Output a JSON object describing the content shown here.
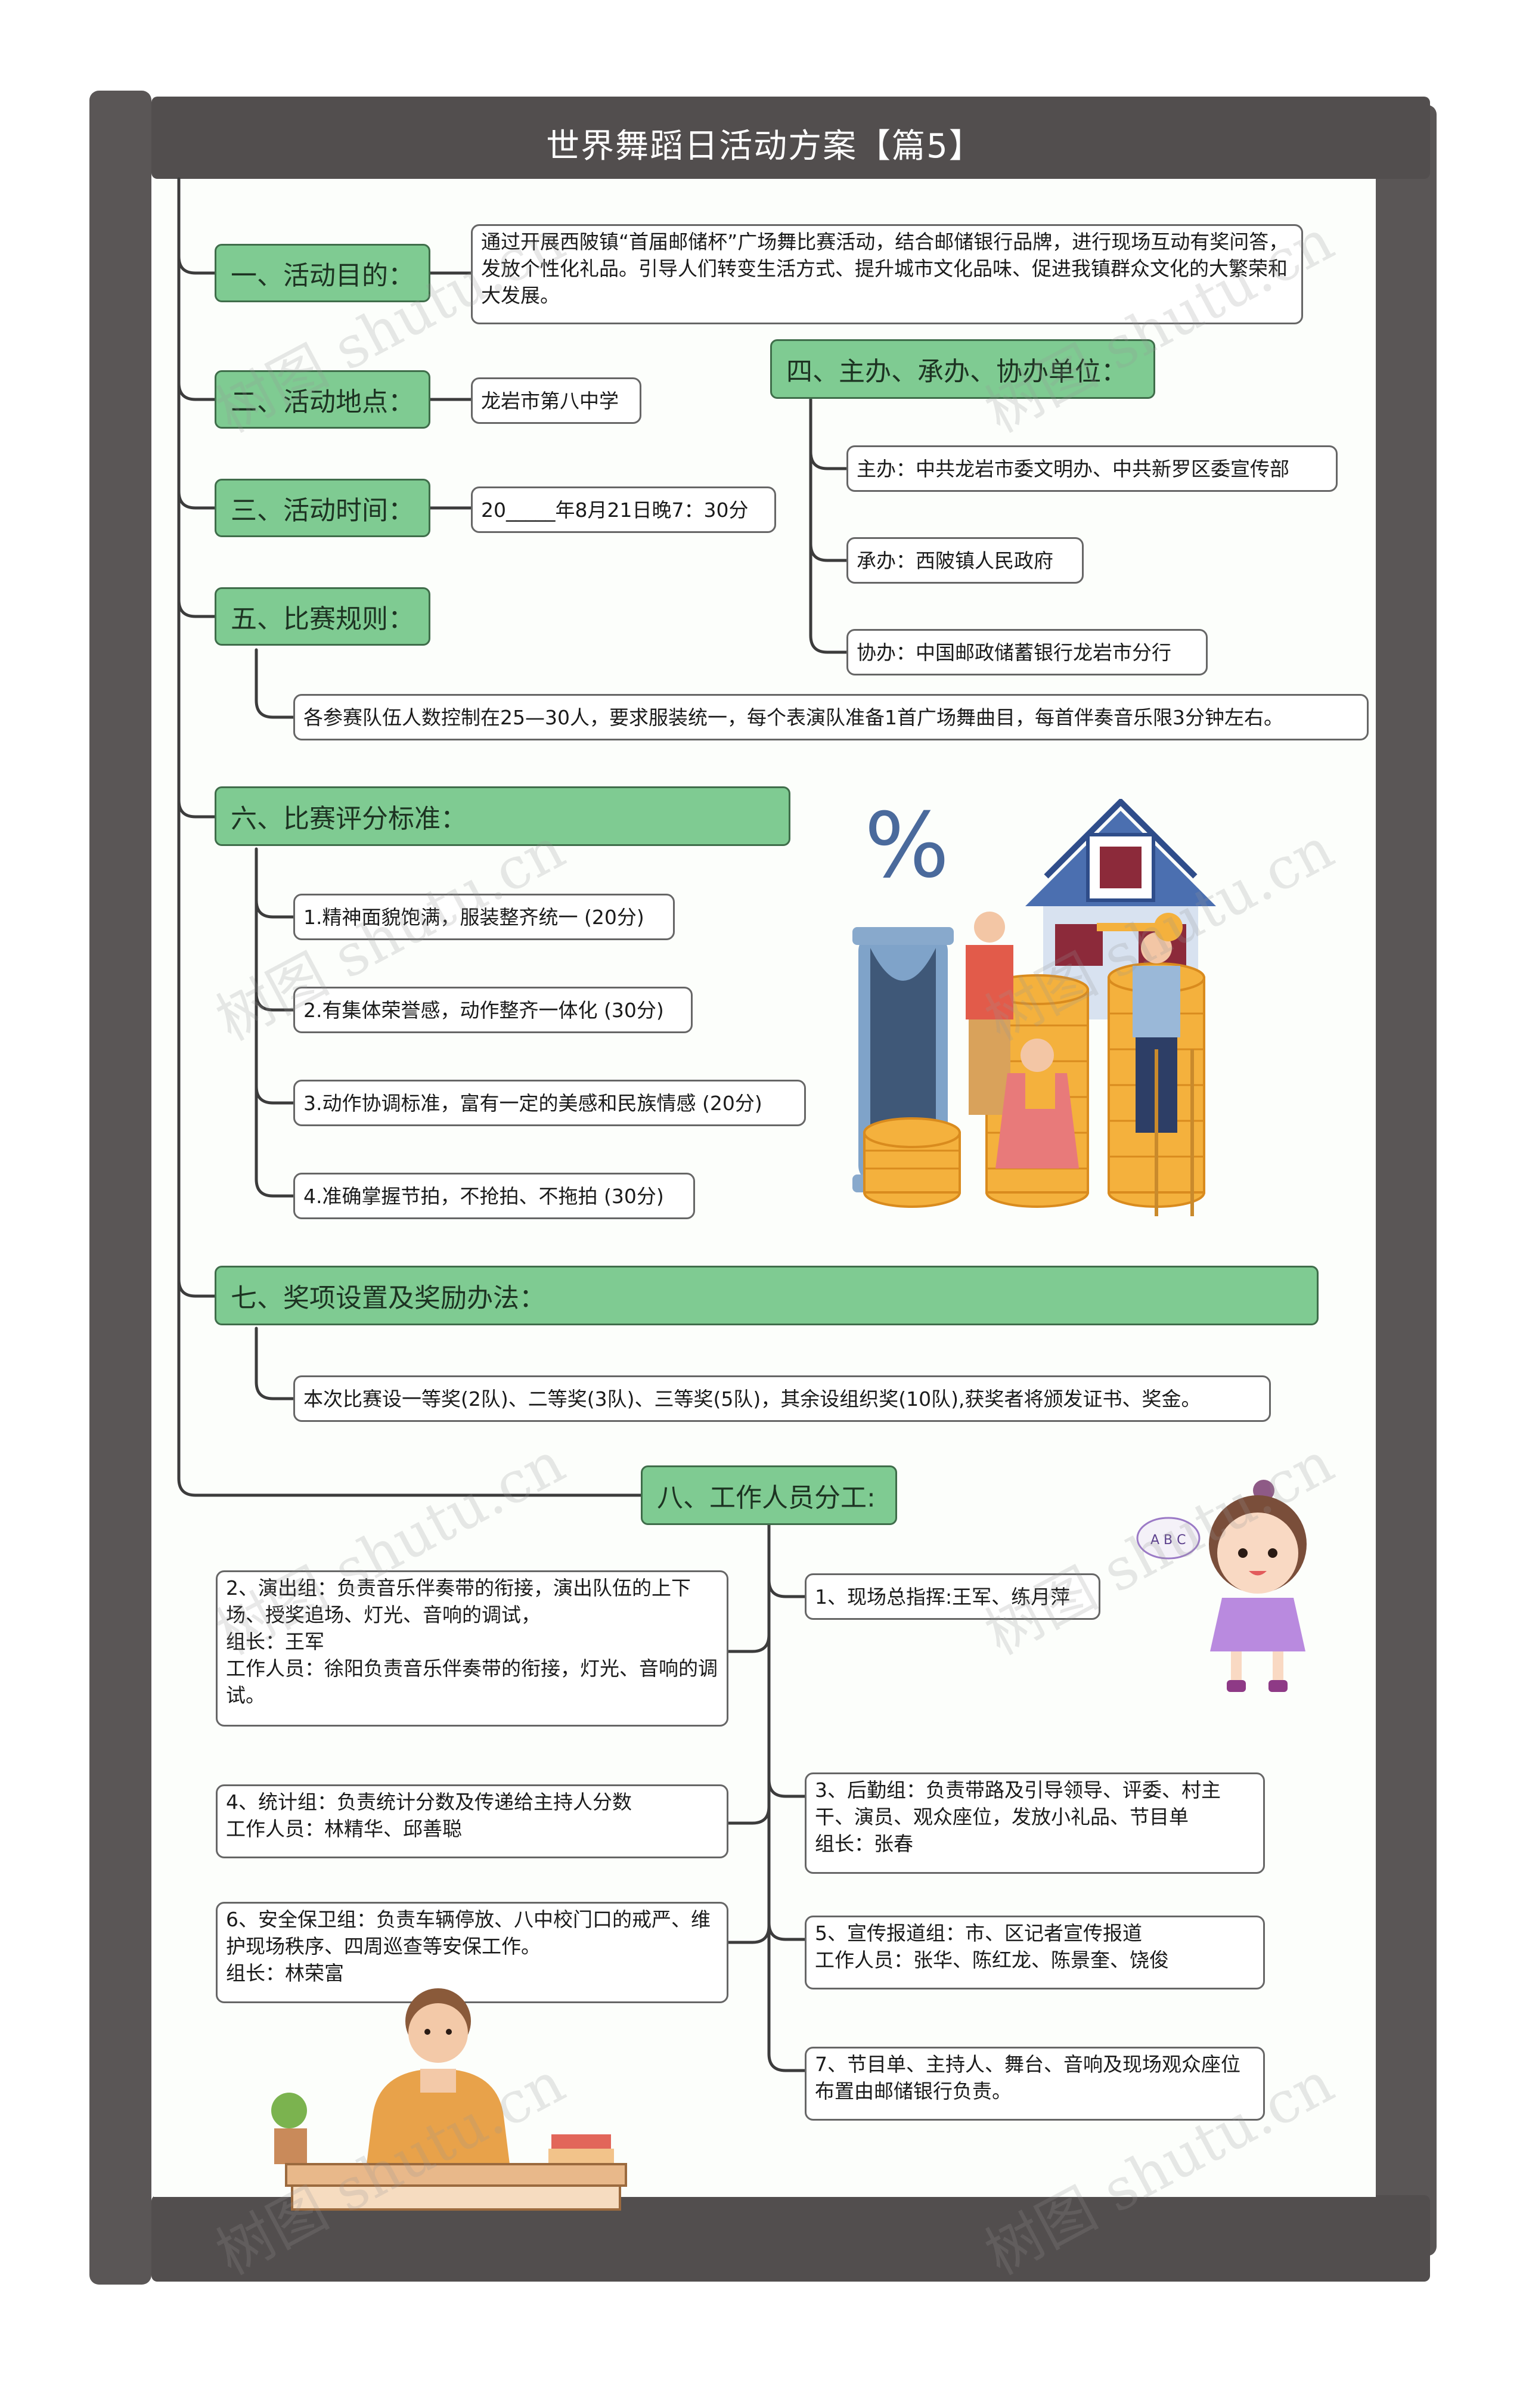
{
  "title": "世界舞蹈日活动方案【篇5】",
  "sections": [
    {
      "label": "一、活动目的：",
      "items": [
        "通过开展西陂镇“首届邮储杯”广场舞比赛活动，结合邮储银行品牌，进行现场互动有奖问答，发放个性化礼品。引导人们转变生活方式、提升城市文化品味、促进我镇群众文化的大繁荣和大发展。"
      ]
    },
    {
      "label": "二、活动地点：",
      "items": [
        "龙岩市第八中学"
      ]
    },
    {
      "label": "三、活动时间：",
      "items": [
        "20_____年8月21日晚7：30分"
      ]
    },
    {
      "label": "四、主办、承办、协办单位：",
      "items": [
        "主办：中共龙岩市委文明办、中共新罗区委宣传部",
        "承办：西陂镇人民政府",
        "协办：中国邮政储蓄银行龙岩市分行"
      ]
    },
    {
      "label": "五、比赛规则：",
      "items": [
        "各参赛队伍人数控制在25—30人，要求服装统一，每个表演队准备1首广场舞曲目，每首伴奏音乐限3分钟左右。"
      ]
    },
    {
      "label": "六、比赛评分标准：",
      "items": [
        "1.精神面貌饱满，服装整齐统一 (20分)",
        "2.有集体荣誉感，动作整齐一体化 (30分)",
        "3.动作协调标准，富有一定的美感和民族情感 (20分)",
        "4.准确掌握节拍，不抢拍、不拖拍 (30分)"
      ]
    },
    {
      "label": "七、奖项设置及奖励办法：",
      "items": [
        "本次比赛设一等奖(2队)、二等奖(3队)、三等奖(5队)，其余设组织奖(10队),获奖者将颁发证书、奖金。"
      ]
    },
    {
      "label": "八、工作人员分工:",
      "items": [
        "1、现场总指挥:王军、练月萍",
        "2、演出组：负责音乐伴奏带的衔接，演出队伍的上下场、授奖追场、灯光、音响的调试，\n组长：王军\n工作人员：徐阳负责音乐伴奏带的衔接，灯光、音响的调试。",
        "3、后勤组：负责带路及引导领导、评委、村主干、演员、观众座位，发放小礼品、节目单\n组长：张春",
        "4、统计组：负责统计分数及传递给主持人分数\n工作人员：林精华、邱善聪",
        "5、宣传报道组：市、区记者宣传报道\n工作人员：张华、陈红龙、陈景奎、饶俊",
        "6、安全保卫组：负责车辆停放、八中校门口的戒严、维护现场秩序、四周巡查等安保工作。\n组长：林荣富",
        "7、节目单、主持人、舞台、音响及现场观众座位布置由邮储银行负责。"
      ]
    }
  ],
  "watermark": "树图 shutu.cn",
  "bubble_text": "A B C",
  "illustrations": [
    "finance-house-coins-illustration",
    "girl-cartoon-illustration",
    "man-at-desk-illustration"
  ],
  "colors": {
    "frame": "#5a5656",
    "node_fill": "#7fcb92",
    "node_border": "#3f6d4a",
    "line": "#3c3c3c"
  }
}
